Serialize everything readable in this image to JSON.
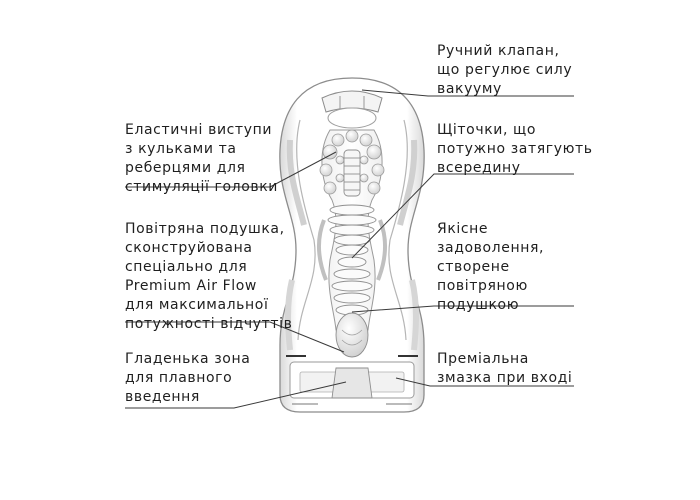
{
  "colors": {
    "text": "#1f1f1f",
    "leader_line": "#3a3a3a",
    "product_outline": "#8c8c8c",
    "product_fill": "#ffffff",
    "product_shadow": "#cfcfcf"
  },
  "callouts": {
    "valve": [
      "Ручний клапан,",
      "що регулює силу",
      "вакууму"
    ],
    "nubs": [
      "Еластичні виступи",
      "з кульками та",
      "реберцями для",
      "стимуляції головки"
    ],
    "brushes": [
      "Щіточки, що",
      "потужно затягують",
      "всередину"
    ],
    "air_cushion": [
      "Повітряна подушка,",
      "сконструйована",
      "спеціально для",
      "Premium Air Flow",
      "для максимальної",
      "потужності відчуттів"
    ],
    "satisfaction": [
      "Якісне",
      "задоволення,",
      "створене",
      "повітряною",
      "подушкою"
    ],
    "smooth_zone": [
      "Гладенька зона",
      "для плавного",
      "введення"
    ],
    "lubricant": [
      "Преміальна",
      "змазка при вході"
    ]
  }
}
